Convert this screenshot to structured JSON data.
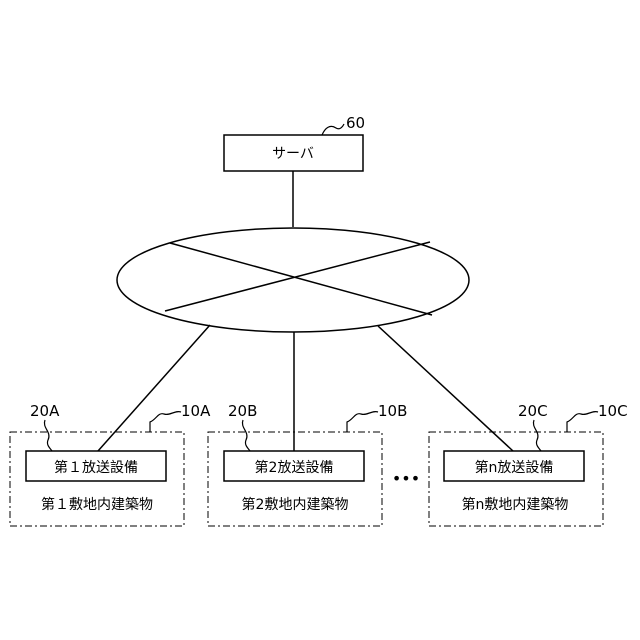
{
  "server": {
    "label": "サーバ",
    "ref": "60"
  },
  "ellipsis": "•••",
  "sites": [
    {
      "equip_label": "第１放送設備",
      "equip_ref": "20A",
      "building_label": "第１敷地内建築物",
      "building_ref": "10A"
    },
    {
      "equip_label": "第2放送設備",
      "equip_ref": "20B",
      "building_label": "第2敷地内建築物",
      "building_ref": "10B"
    },
    {
      "equip_label": "第n放送設備",
      "equip_ref": "20C",
      "building_label": "第n敷地内建築物",
      "building_ref": "10C"
    }
  ],
  "colors": {
    "stroke": "#000000",
    "background": "#ffffff"
  }
}
